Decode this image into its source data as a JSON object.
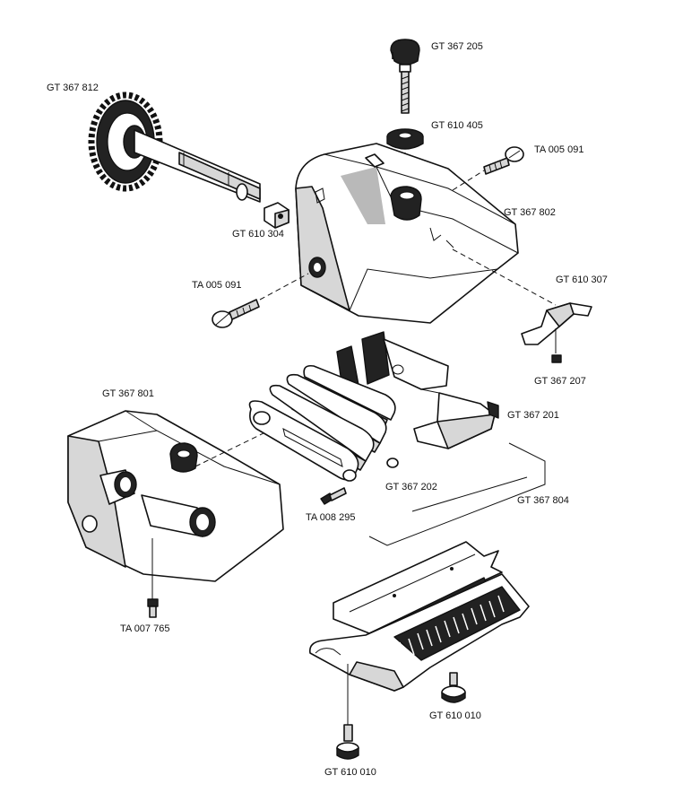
{
  "labels": {
    "gt367205": "GT 367 205",
    "gt367812": "GT 367 812",
    "gt610405": "GT 610 405",
    "ta005091_right": "TA 005 091",
    "gt367802": "GT 367 802",
    "gt610304": "GT 610 304",
    "ta005091_left": "TA 005 091",
    "gt610307": "GT 610 307",
    "gt367207": "GT 367 207",
    "gt367801": "GT 367 801",
    "gt367201": "GT 367 201",
    "gt367202": "GT 367 202",
    "gt367804": "GT 367 804",
    "ta008295": "TA 008 295",
    "ta007765": "TA 007 765",
    "gt610010_right": "GT 610 010",
    "gt610010_bottom": "GT 610 010"
  }
}
